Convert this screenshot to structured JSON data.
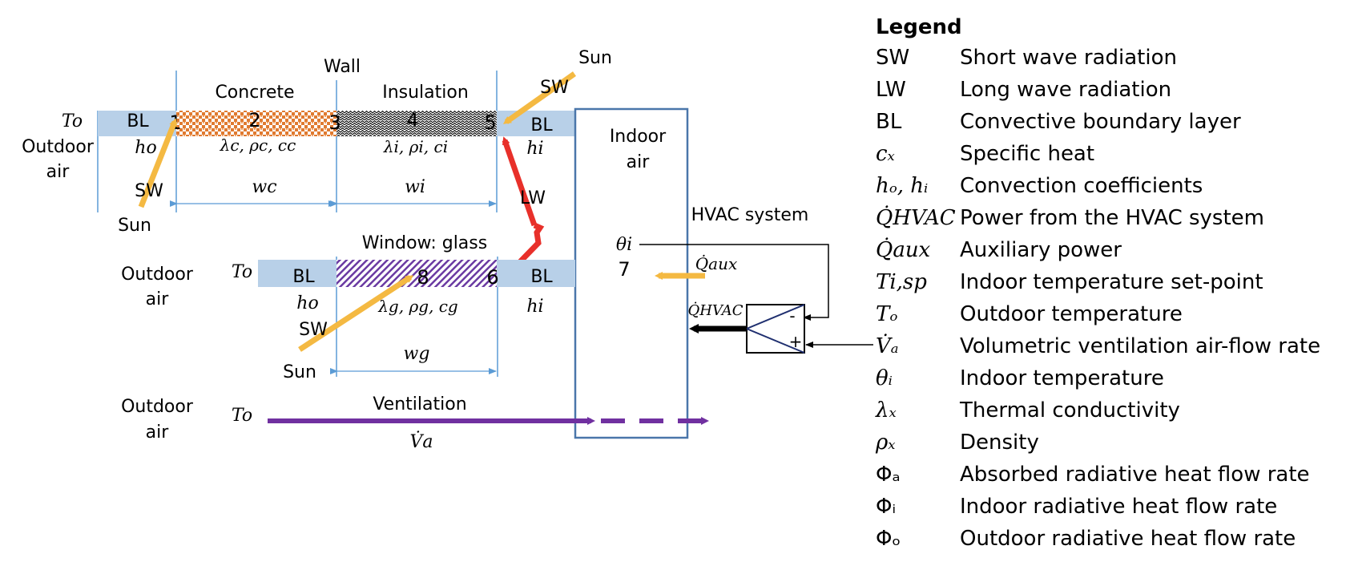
{
  "colors": {
    "boundary_layer": "#b8d0e8",
    "frame_blue": "#4a76aa",
    "dim_blue": "#5b9bd5",
    "solar_yellow": "#f4b942",
    "longwave_red": "#e8302a",
    "ventilation_purple": "#7030a0",
    "concrete_orange": "#e07a30",
    "glass_purple": "#6a3aa2"
  },
  "labels": {
    "wall": "Wall",
    "concrete": "Concrete",
    "insulation": "Insulation",
    "sun": "Sun",
    "sw": "SW",
    "lw": "LW",
    "bl": "BL",
    "outdoor_air": [
      "Outdoor",
      "air"
    ],
    "indoor_air": [
      "Indoor",
      "air"
    ],
    "hvac_system": "HVAC system",
    "window_glass": "Window: glass",
    "ventilation": "Ventilation",
    "node_1": "1",
    "node_2": "2",
    "node_3": "3",
    "node_4": "4",
    "node_5": "5",
    "node_6": "6",
    "node_7": "7",
    "node_8": "8",
    "minus": "-",
    "plus": "+"
  },
  "symbols": {
    "T_o": "To",
    "h_o": "ho",
    "h_i": "hi",
    "concrete_props": "λc, ρc, cc",
    "insulation_props": "λi, ρi, ci",
    "glass_props": "λg, ρg, cg",
    "w_c": "wc",
    "w_i": "wi",
    "w_g": "wg",
    "theta_i": "θi",
    "Q_aux": "Q̇aux",
    "Q_HVAC": "Q̇HVAC",
    "V_a": "V̇a"
  },
  "legend": {
    "title": "Legend",
    "items": [
      {
        "symbol": "SW",
        "text": "Short wave radiation",
        "italic": false
      },
      {
        "symbol": "LW",
        "text": "Long wave radiation",
        "italic": false
      },
      {
        "symbol": "BL",
        "text": "Convective boundary layer",
        "italic": false
      },
      {
        "symbol": "cₓ",
        "text": "Specific heat",
        "italic": true
      },
      {
        "symbol": "hₒ, hᵢ",
        "text": "Convection coefficients",
        "italic": true
      },
      {
        "symbol": "Q̇HVAC",
        "text": "Power from the HVAC system",
        "italic": true
      },
      {
        "symbol": "Q̇aux",
        "text": "Auxiliary power",
        "italic": true
      },
      {
        "symbol": "Ti,sp",
        "text": "Indoor temperature set-point",
        "italic": true
      },
      {
        "symbol": "Tₒ",
        "text": "Outdoor temperature",
        "italic": true
      },
      {
        "symbol": "V̇ₐ",
        "text": "Volumetric ventilation air-flow rate",
        "italic": true
      },
      {
        "symbol": "θᵢ",
        "text": "Indoor temperature",
        "italic": true
      },
      {
        "symbol": "λₓ",
        "text": "Thermal conductivity",
        "italic": true
      },
      {
        "symbol": "ρₓ",
        "text": "Density",
        "italic": true
      },
      {
        "symbol": "Φₐ",
        "text": "Absorbed radiative heat flow rate",
        "italic": false
      },
      {
        "symbol": "Φᵢ",
        "text": "Indoor radiative heat flow rate",
        "italic": false
      },
      {
        "symbol": "Φₒ",
        "text": "Outdoor radiative heat flow rate",
        "italic": false
      }
    ]
  }
}
